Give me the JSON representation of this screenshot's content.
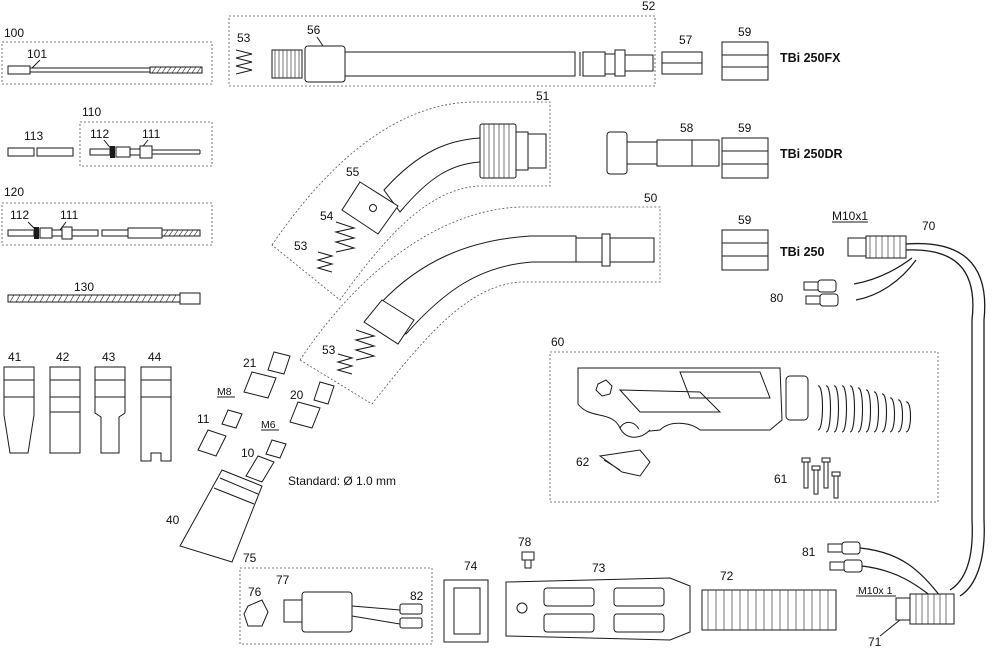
{
  "diagram": {
    "labels": {
      "n100": "100",
      "n101": "101",
      "n110": "110",
      "n111a": "111",
      "n112a": "112",
      "n113": "113",
      "n120": "120",
      "n112b": "112",
      "n111b": "111",
      "n130": "130",
      "n41": "41",
      "n42": "42",
      "n43": "43",
      "n44": "44",
      "n52": "52",
      "n53a": "53",
      "n56": "56",
      "n57": "57",
      "n59a": "59",
      "n51": "51",
      "n55": "55",
      "n54": "54",
      "n53b": "53",
      "n58": "58",
      "n59b": "59",
      "n50": "50",
      "n53c": "53",
      "n59c": "59",
      "n70": "70",
      "n80": "80",
      "n60": "60",
      "n62": "62",
      "n61": "61",
      "n21": "21",
      "n20": "20",
      "n11": "11",
      "n10": "10",
      "n40": "40",
      "n75": "75",
      "n76": "76",
      "n77": "77",
      "n82": "82",
      "n74": "74",
      "n78": "78",
      "n73": "73",
      "n72": "72",
      "n81": "81",
      "n71": "71"
    },
    "thread_m10_top": "M10x1",
    "thread_m10_bottom": "M10x 1",
    "thread_m8": "M8",
    "thread_m6": "M6",
    "model_fx": "TBi 250FX",
    "model_dr": "TBi 250DR",
    "model_std": "TBi 250",
    "standard_note": "Standard:  Ø 1.0 mm"
  }
}
